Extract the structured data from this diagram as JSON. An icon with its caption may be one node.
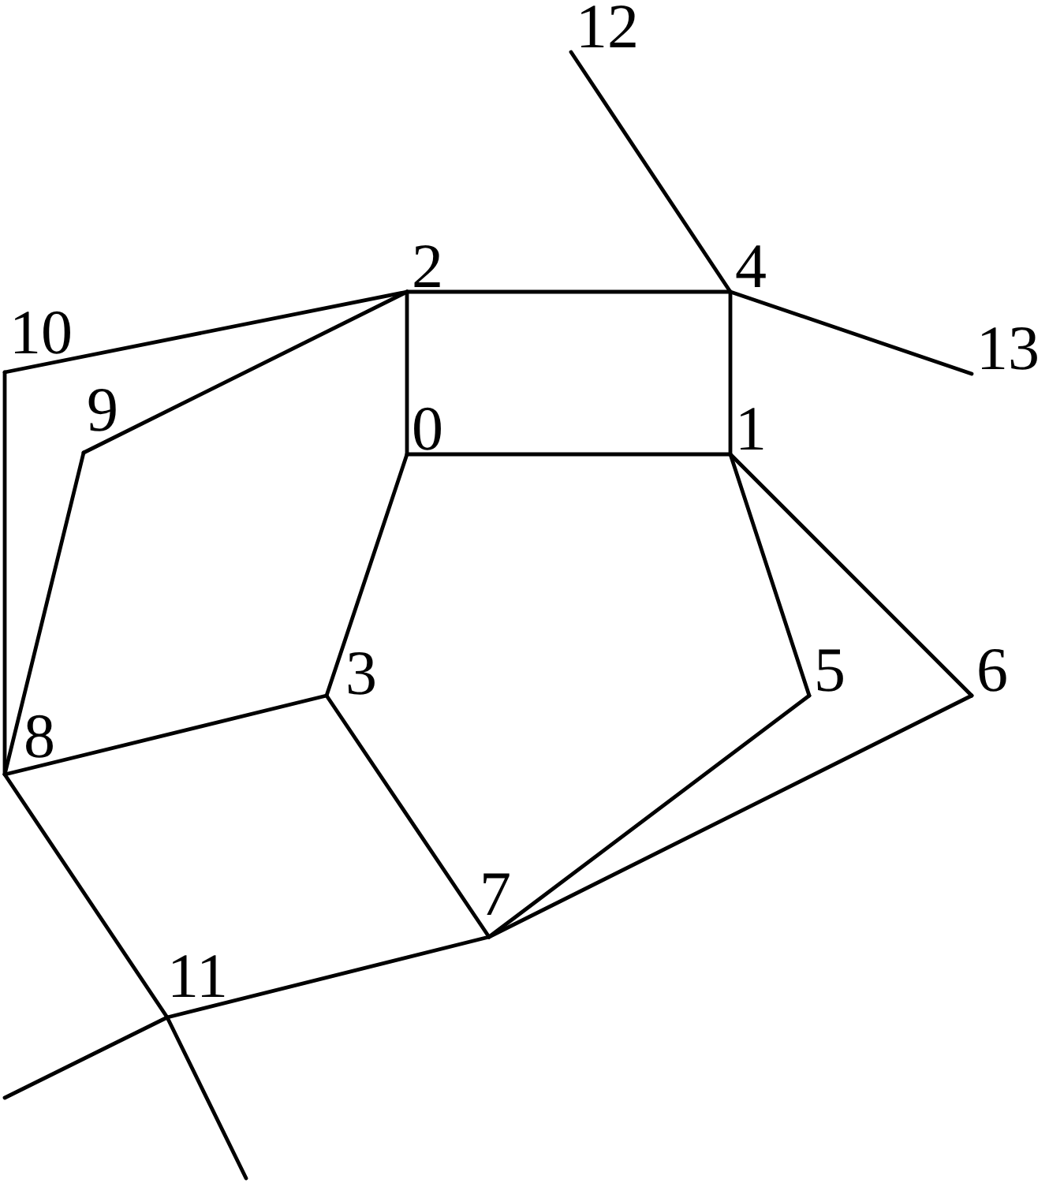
{
  "diagram": {
    "nodes": [
      {
        "text": [
          "0"
        ]
      },
      {
        "text": [
          "1"
        ]
      },
      {
        "text": [
          "2"
        ]
      },
      {
        "text": [
          "3"
        ]
      },
      {
        "text": [
          "4"
        ]
      },
      {
        "text": [
          "5"
        ]
      },
      {
        "text": [
          "6"
        ]
      },
      {
        "text": [
          "7"
        ]
      },
      {
        "text": [
          "8"
        ]
      },
      {
        "text": [
          "9"
        ]
      },
      {
        "text": [
          "10"
        ]
      },
      {
        "text": [
          "11"
        ]
      },
      {
        "text": [
          "12"
        ]
      },
      {
        "text": [
          "13"
        ]
      }
    ],
    "edges": [
      {
        "from": 0,
        "to": 1,
        "arrow": "none"
      },
      {
        "from": 0,
        "to": 2,
        "arrow": "none"
      },
      {
        "from": 0,
        "to": 3,
        "arrow": "none"
      },
      {
        "from": 2,
        "to": 4,
        "arrow": "none"
      },
      {
        "from": 1,
        "to": 4,
        "arrow": "none"
      },
      {
        "from": 4,
        "to": 12,
        "arrow": "none"
      },
      {
        "from": 4,
        "to": 13,
        "arrow": "none"
      },
      {
        "from": 2,
        "to": 10,
        "arrow": "none"
      },
      {
        "from": 2,
        "to": 9,
        "arrow": "none"
      },
      {
        "from": 1,
        "to": 5,
        "arrow": "none"
      },
      {
        "from": 1,
        "to": 6,
        "arrow": "none"
      },
      {
        "from": 3,
        "to": 8,
        "arrow": "none"
      },
      {
        "from": 3,
        "to": 7,
        "arrow": "none"
      },
      {
        "from": 5,
        "to": 7,
        "arrow": "none"
      },
      {
        "from": 6,
        "to": 7,
        "arrow": "none"
      },
      {
        "from": 7,
        "to": 11,
        "arrow": "none"
      },
      {
        "from": 8,
        "to": 9,
        "arrow": "none"
      },
      {
        "from": 8,
        "to": 10,
        "arrow": "none"
      },
      {
        "from": 8,
        "to": 11,
        "arrow": "none"
      },
      {
        "from": 11,
        "to": null,
        "arrow": "none"
      },
      {
        "from": 11,
        "to": null,
        "arrow": "none"
      }
    ]
  }
}
